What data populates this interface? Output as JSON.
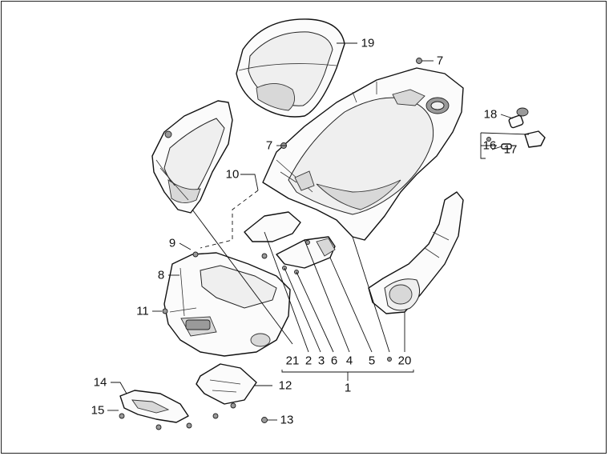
{
  "callouts": {
    "c1": "1",
    "c2": "2",
    "c3": "3",
    "c4": "4",
    "c5": "5",
    "c6": "6",
    "c7a": "7",
    "c7b": "7",
    "c8": "8",
    "c9": "9",
    "c10": "10",
    "c11": "11",
    "c12": "12",
    "c13": "13",
    "c14": "14",
    "c15": "15",
    "c16": "16",
    "c17": "17",
    "c18": "18",
    "c19": "19",
    "c20": "20",
    "c21": "21"
  }
}
